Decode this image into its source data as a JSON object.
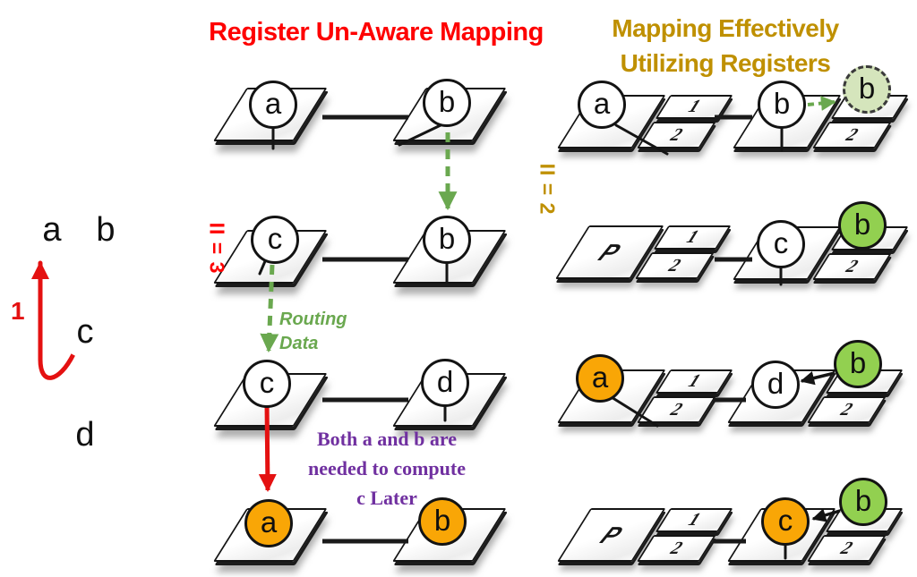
{
  "titles": {
    "unaware": "Register Un-Aware Mapping",
    "effective_line1": "Mapping Effectively",
    "effective_line2": "Utilizing Registers"
  },
  "ii_labels": {
    "unaware": "II = 3",
    "effective": "II = 2"
  },
  "dfg": {
    "node_a": "a",
    "node_b": "b",
    "node_c": "c",
    "node_d": "d",
    "recompute_edge_label": "1"
  },
  "annotations": {
    "routing_line1": "Routing",
    "routing_line2": "Data",
    "note_line1": "Both a and b are",
    "note_line2": "needed to compute",
    "note_line3": "c Later"
  },
  "unaware_grid": {
    "rows": [
      {
        "tiles": [
          {
            "node": "a"
          },
          {
            "node": "b"
          }
        ]
      },
      {
        "tiles": [
          {
            "node": "c"
          },
          {
            "node": "b"
          }
        ]
      },
      {
        "tiles": [
          {
            "node": "c"
          },
          {
            "node": "d"
          }
        ]
      },
      {
        "tiles": [
          {
            "node": "a"
          },
          {
            "node": "b"
          }
        ]
      }
    ]
  },
  "register_grid": {
    "rows": [
      {
        "tiles": [
          {
            "node": "a",
            "regs": [
              "1",
              "2"
            ]
          },
          {
            "node": "b",
            "regs": [
              "2"
            ],
            "occupant": "b"
          }
        ]
      },
      {
        "tiles": [
          {
            "proc_label": "P",
            "regs": [
              "1",
              "2"
            ]
          },
          {
            "node": "c",
            "regs": [
              "2"
            ],
            "occupant": "b"
          }
        ]
      },
      {
        "tiles": [
          {
            "node": "a",
            "regs": [
              "1",
              "2"
            ]
          },
          {
            "node": "d",
            "regs": [
              "2"
            ],
            "occupant": "b"
          }
        ]
      },
      {
        "tiles": [
          {
            "proc_label": "P",
            "regs": [
              "1",
              "2"
            ]
          },
          {
            "node": "c",
            "regs": [
              "2"
            ],
            "occupant": "b"
          }
        ]
      }
    ]
  },
  "colors": {
    "unaware_title": "#fe0000",
    "effective_title": "#bf9000",
    "operand_orange": "#f9a606",
    "register_green": "#92d050",
    "register_green_pale": "#d5e5bc",
    "routing_green": "#6aa84f",
    "note_purple": "#7030a0",
    "arrow_red": "#e41111"
  }
}
